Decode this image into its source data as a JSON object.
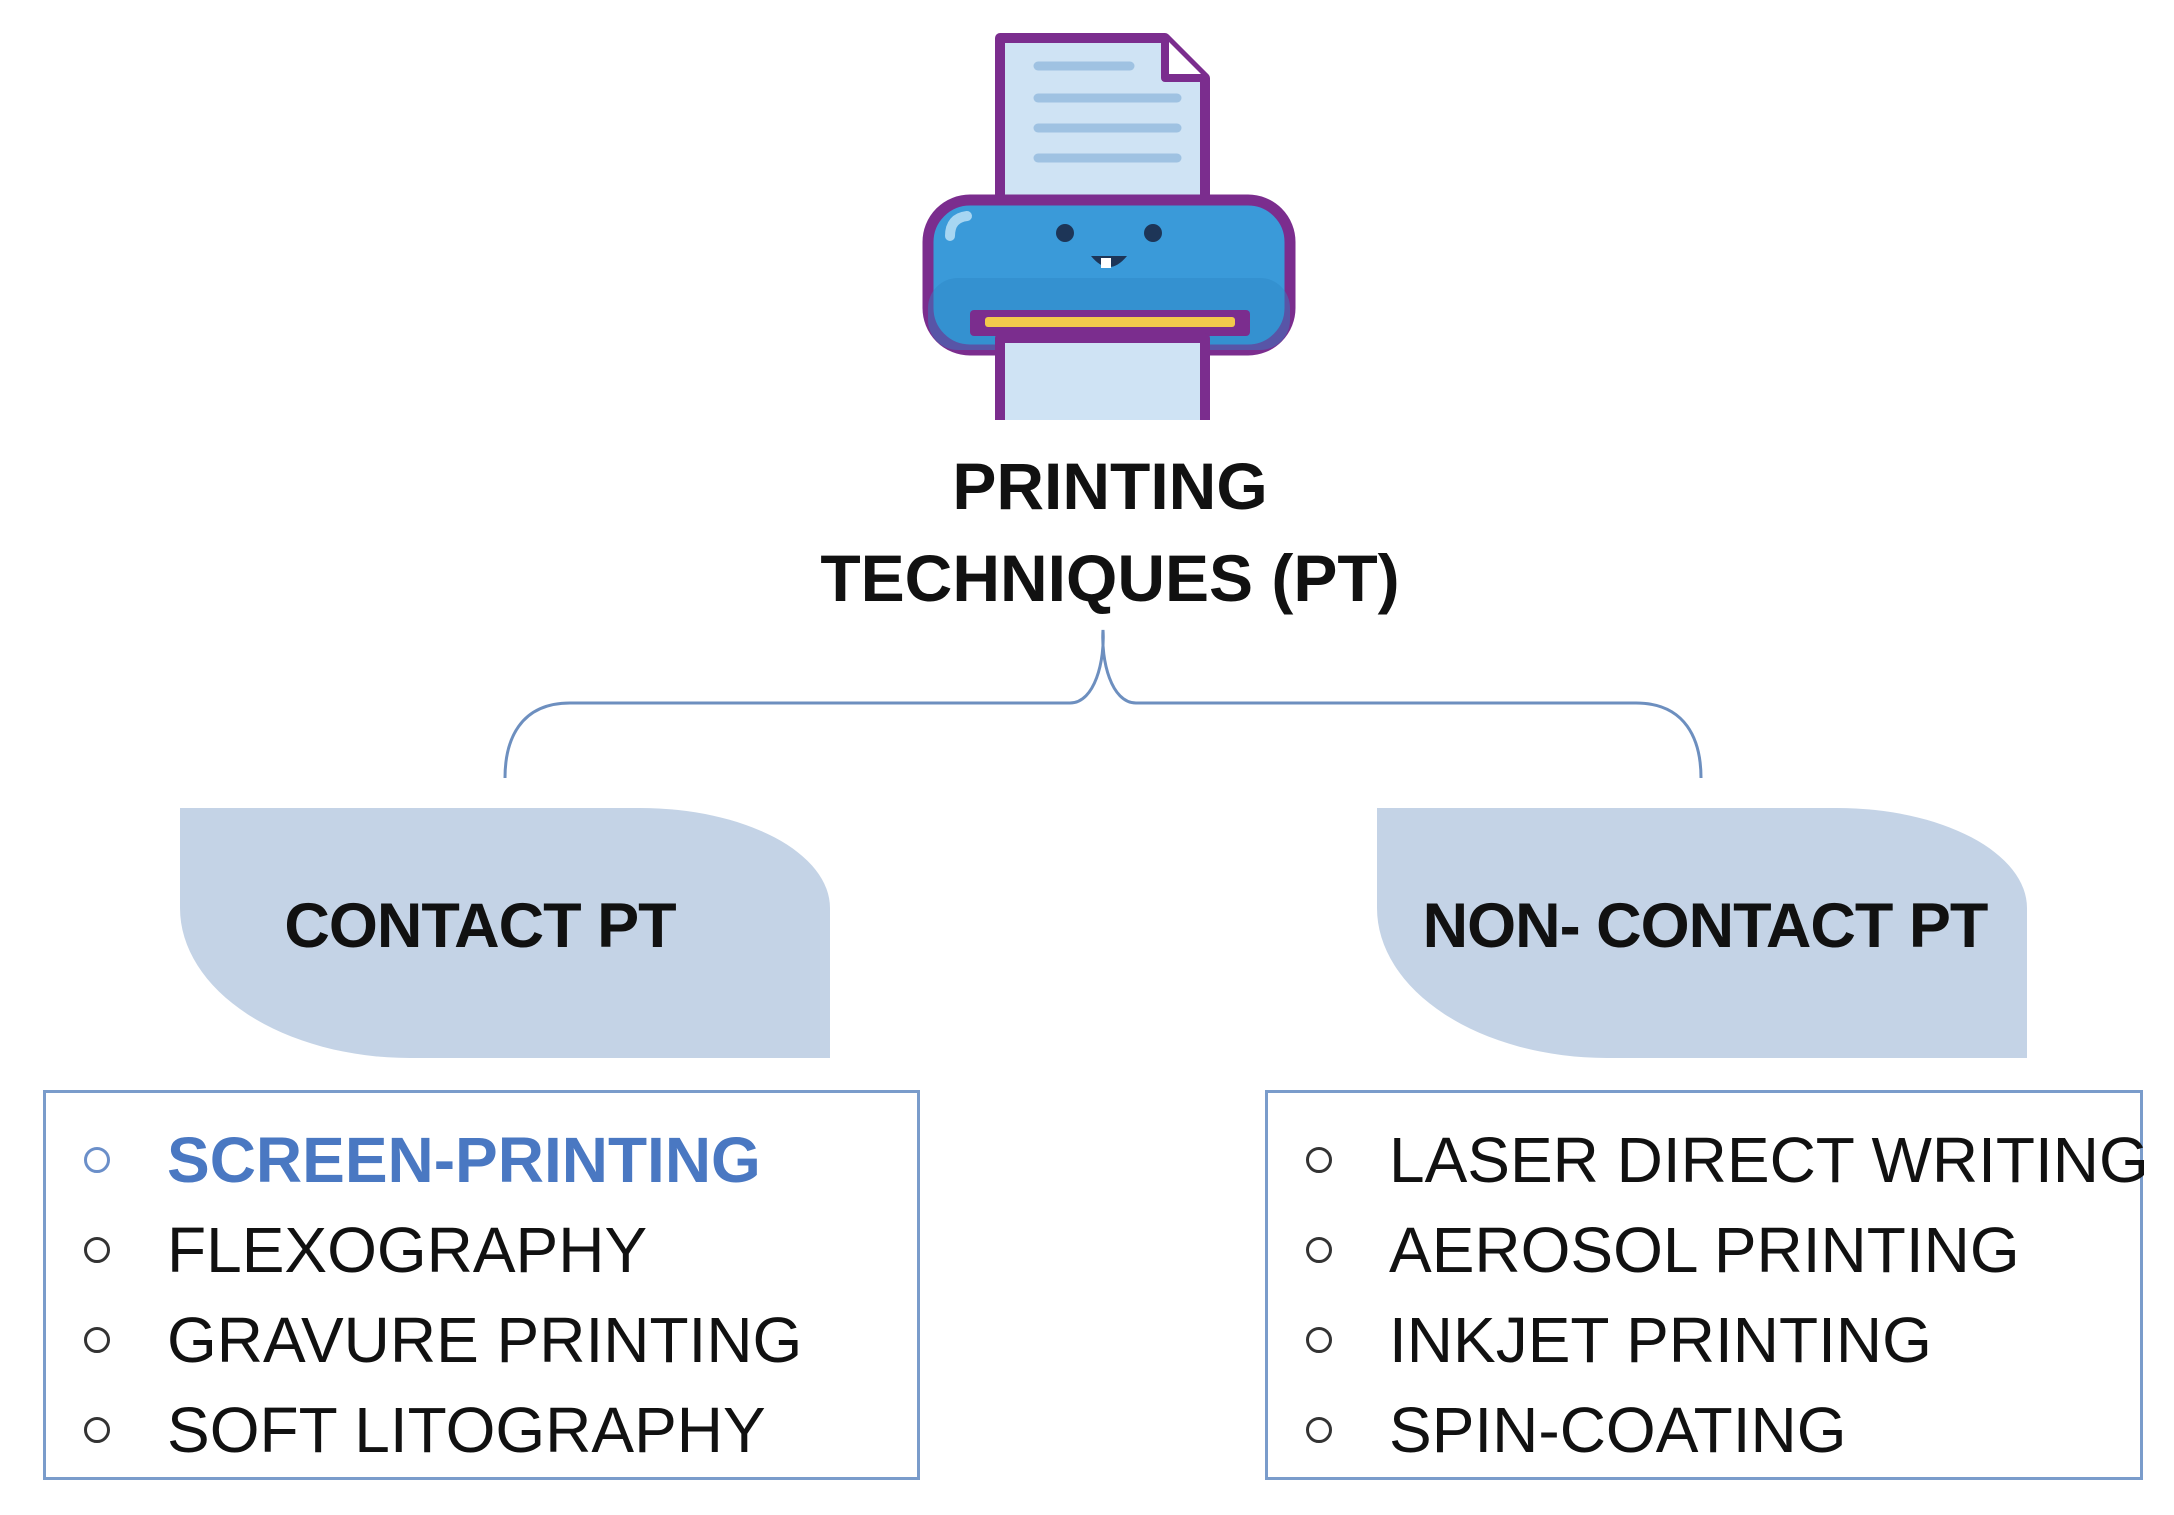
{
  "root": {
    "title_line1": "PRINTING",
    "title_line2": "TECHNIQUES (PT)"
  },
  "branches": [
    {
      "label": "CONTACT PT",
      "items": [
        {
          "text": "SCREEN-PRINTING",
          "highlight": true
        },
        {
          "text": "FLEXOGRAPHY",
          "highlight": false
        },
        {
          "text": "GRAVURE PRINTING",
          "highlight": false
        },
        {
          "text": "SOFT LITOGRAPHY",
          "highlight": false
        }
      ]
    },
    {
      "label": "NON- CONTACT PT",
      "items": [
        {
          "text": "LASER DIRECT WRITING",
          "highlight": false
        },
        {
          "text": "AEROSOL PRINTING",
          "highlight": false
        },
        {
          "text": "INKJET PRINTING",
          "highlight": false
        },
        {
          "text": "SPIN-COATING",
          "highlight": false
        }
      ]
    }
  ],
  "icon": "printer-icon",
  "colors": {
    "tab_fill": "#c4d3e6",
    "box_border": "#7a9ccb",
    "highlight_text": "#4a78c2",
    "printer_body": "#3a9ad9",
    "printer_outline": "#7b2d8e"
  }
}
